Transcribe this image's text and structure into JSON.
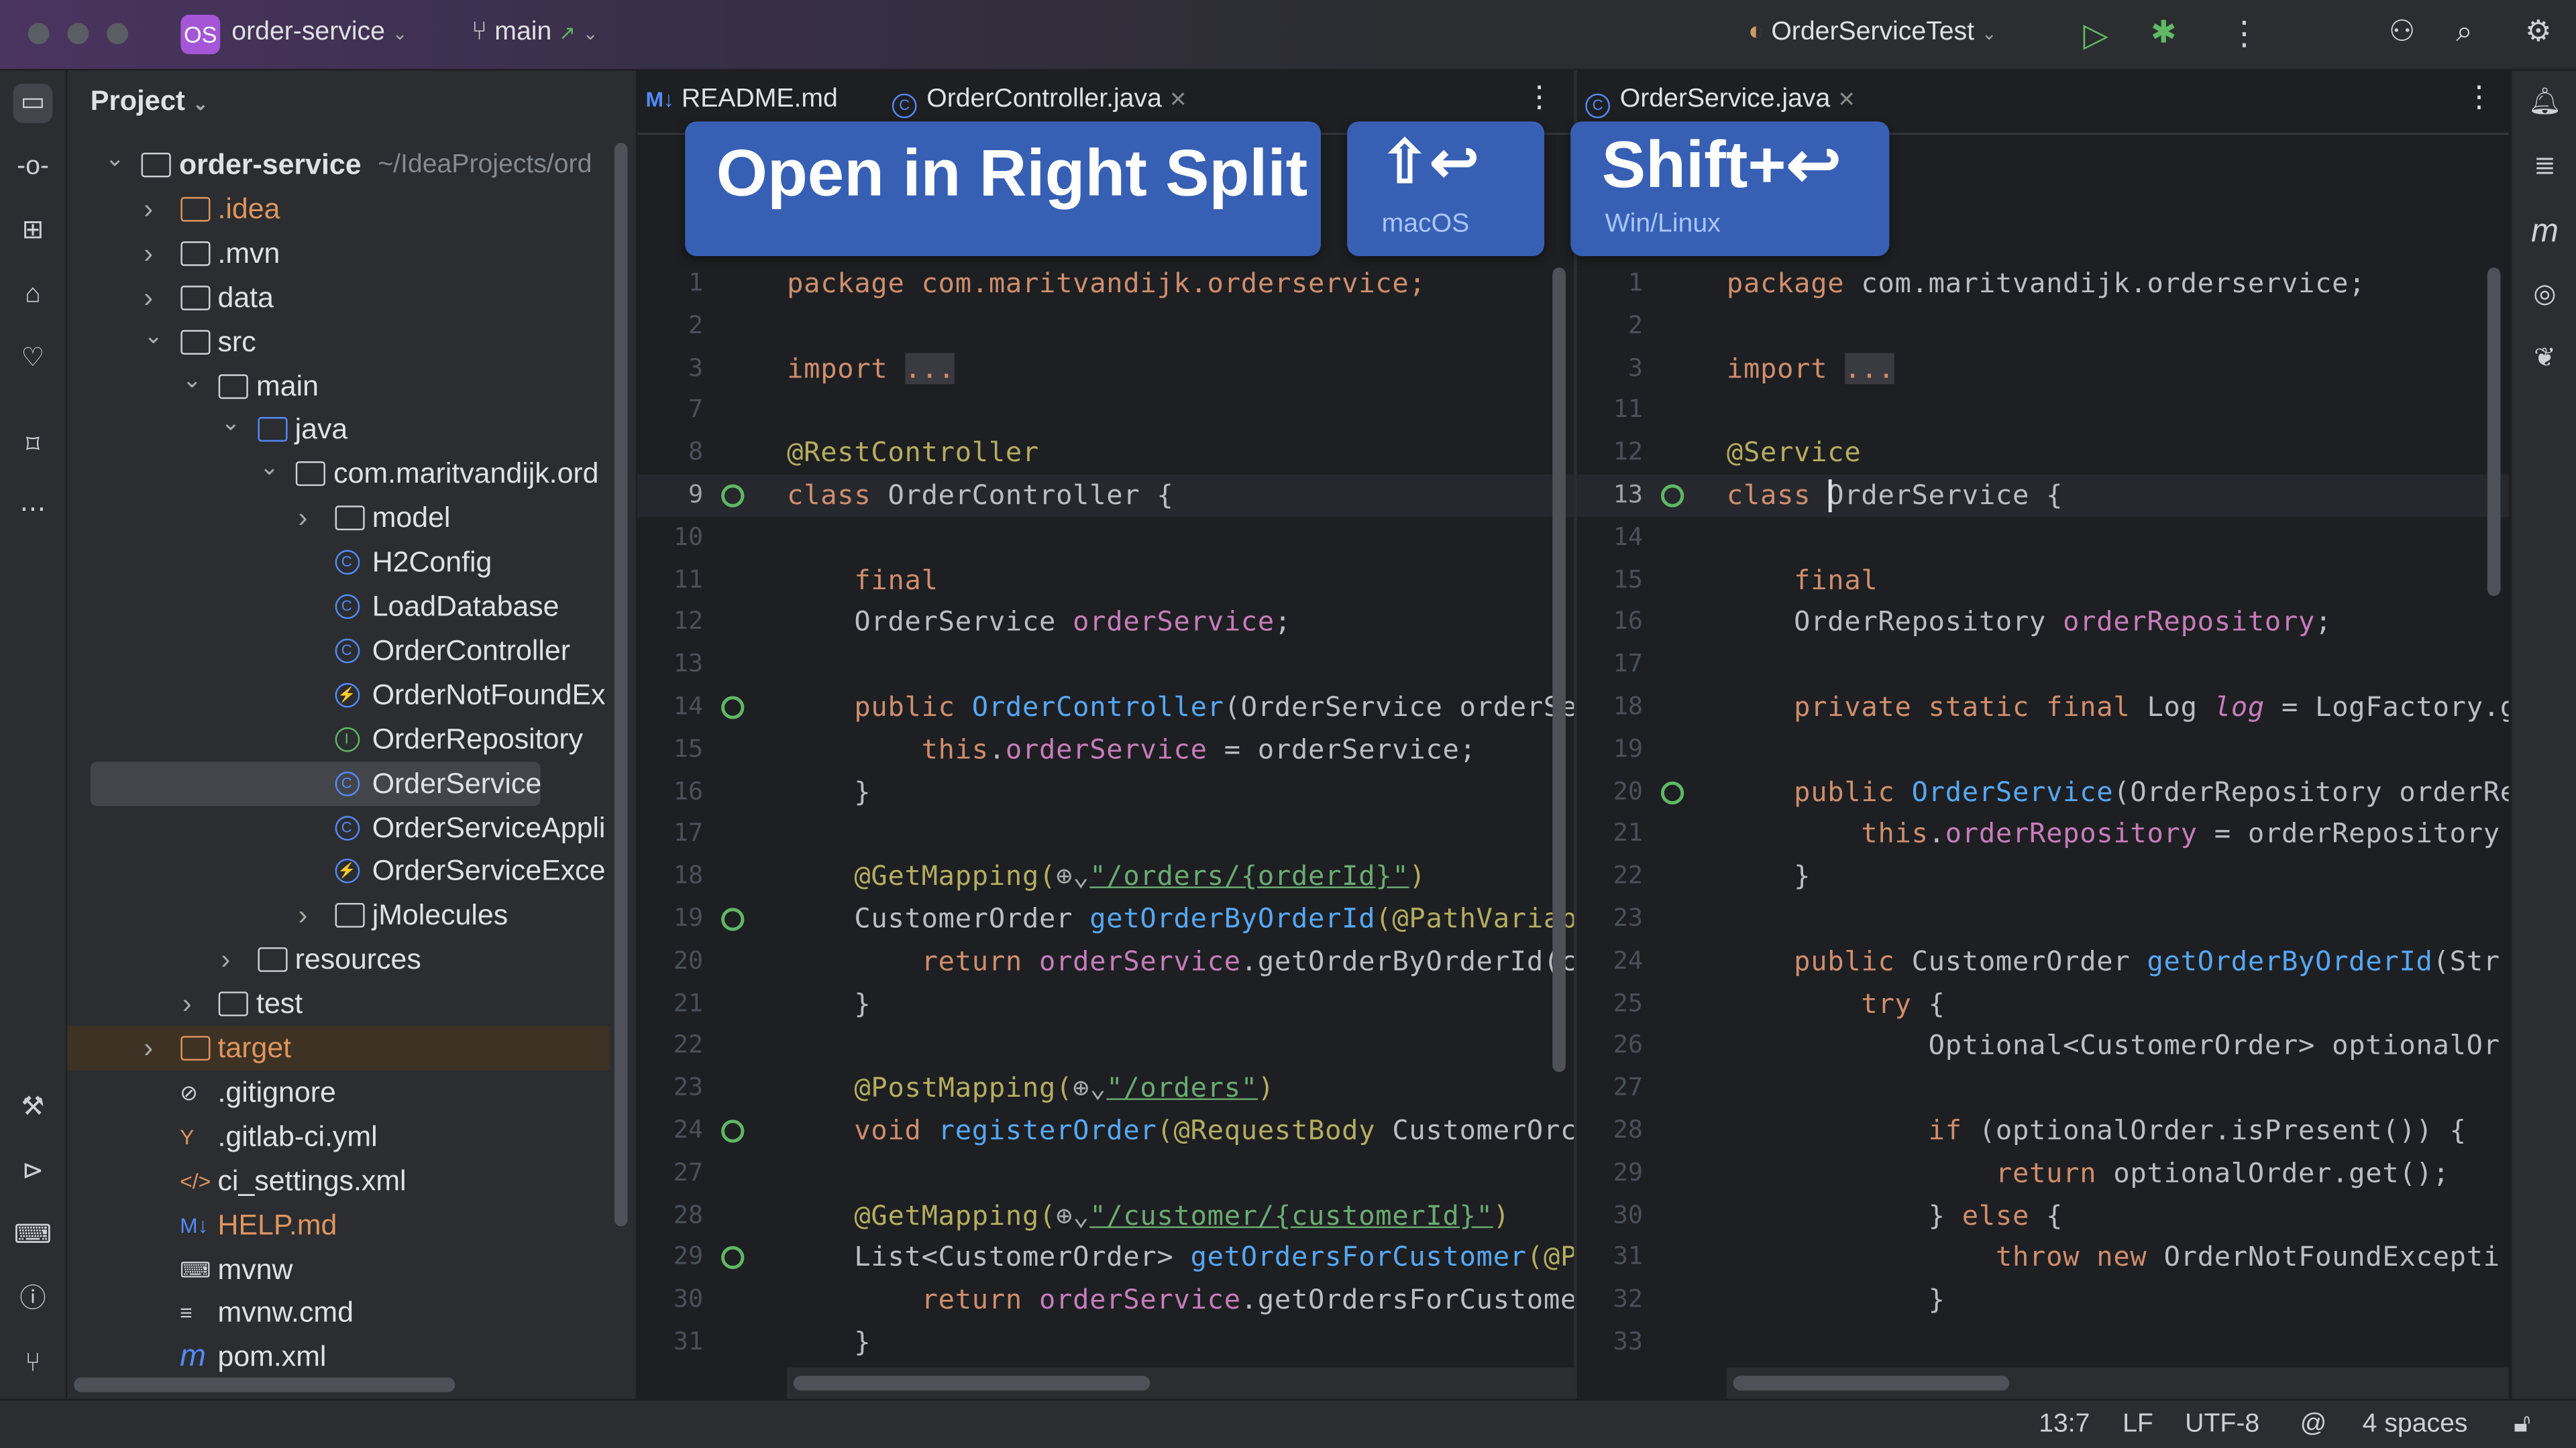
{
  "titlebar": {
    "project_badge": "OS",
    "project_name": "order-service",
    "branch": "main",
    "run_config": "OrderServiceTest",
    "icons": [
      "run-icon",
      "debug-icon",
      "more-icon",
      "add-user-icon",
      "search-icon",
      "settings-icon"
    ]
  },
  "project_panel": {
    "title": "Project",
    "tree": [
      {
        "label": "order-service",
        "suffix": "~/IdeaProjects/ord",
        "level": 0,
        "expanded": true,
        "type": "module",
        "bold": true
      },
      {
        "label": ".idea",
        "level": 1,
        "expanded": false,
        "type": "folder",
        "color": "#e0955f"
      },
      {
        "label": ".mvn",
        "level": 1,
        "expanded": false,
        "type": "folder"
      },
      {
        "label": "data",
        "level": 1,
        "expanded": false,
        "type": "folder"
      },
      {
        "label": "src",
        "level": 1,
        "expanded": true,
        "type": "folder"
      },
      {
        "label": "main",
        "level": 2,
        "expanded": true,
        "type": "folder"
      },
      {
        "label": "java",
        "level": 3,
        "expanded": true,
        "type": "source-folder"
      },
      {
        "label": "com.maritvandijk.ord",
        "level": 4,
        "expanded": true,
        "type": "package"
      },
      {
        "label": "model",
        "level": 5,
        "expanded": false,
        "type": "package"
      },
      {
        "label": "H2Config",
        "level": 5,
        "type": "class"
      },
      {
        "label": "LoadDatabase",
        "level": 5,
        "type": "class"
      },
      {
        "label": "OrderController",
        "level": 5,
        "type": "class"
      },
      {
        "label": "OrderNotFoundEx",
        "level": 5,
        "type": "exception"
      },
      {
        "label": "OrderRepository",
        "level": 5,
        "type": "interface"
      },
      {
        "label": "OrderService",
        "level": 5,
        "type": "class",
        "selected": true
      },
      {
        "label": "OrderServiceAppli",
        "level": 5,
        "type": "class"
      },
      {
        "label": "OrderServiceExce",
        "level": 5,
        "type": "exception"
      },
      {
        "label": "jMolecules",
        "level": 5,
        "expanded": false,
        "type": "folder"
      },
      {
        "label": "resources",
        "level": 3,
        "expanded": false,
        "type": "folder"
      },
      {
        "label": "test",
        "level": 2,
        "expanded": false,
        "type": "folder"
      },
      {
        "label": "target",
        "level": 1,
        "expanded": false,
        "type": "folder",
        "color": "#e0955f",
        "highlighted": true
      },
      {
        "label": ".gitignore",
        "level": 1,
        "type": "file"
      },
      {
        "label": ".gitlab-ci.yml",
        "level": 1,
        "type": "yaml"
      },
      {
        "label": "ci_settings.xml",
        "level": 1,
        "type": "xml"
      },
      {
        "label": "HELP.md",
        "level": 1,
        "type": "markdown",
        "color": "#e0955f"
      },
      {
        "label": "mvnw",
        "level": 1,
        "type": "shell"
      },
      {
        "label": "mvnw.cmd",
        "level": 1,
        "type": "text"
      },
      {
        "label": "pom.xml",
        "level": 1,
        "type": "maven"
      }
    ]
  },
  "left_editor": {
    "tabs": [
      {
        "label": "README.md",
        "icon": "M↓"
      },
      {
        "label": "OrderController.java",
        "icon": "C",
        "active": true
      }
    ],
    "current_line": "9",
    "lines": [
      {
        "n": "1",
        "t": [
          [
            "package com.maritvandijk.orderservice;",
            "kw"
          ]
        ]
      },
      {
        "n": "2",
        "t": []
      },
      {
        "n": "3",
        "t": [
          [
            "import ",
            "kw"
          ],
          [
            "...",
            "dim"
          ]
        ]
      },
      {
        "n": "7",
        "t": []
      },
      {
        "n": "8",
        "t": [
          [
            "@RestController",
            "an"
          ]
        ]
      },
      {
        "n": "9",
        "t": [
          [
            "class ",
            "kw"
          ],
          [
            "OrderController {",
            "tx"
          ]
        ],
        "bean": true
      },
      {
        "n": "10",
        "t": []
      },
      {
        "n": "11",
        "t": [
          [
            "    final",
            "kw"
          ]
        ]
      },
      {
        "n": "12",
        "t": [
          [
            "    OrderService ",
            "tx"
          ],
          [
            "orderService",
            "fd"
          ],
          [
            ";",
            "tx"
          ]
        ]
      },
      {
        "n": "13",
        "t": []
      },
      {
        "n": "14",
        "t": [
          [
            "    public ",
            "kw"
          ],
          [
            "OrderController",
            "fn"
          ],
          [
            "(OrderService orderSe",
            "tx"
          ]
        ],
        "bean": true
      },
      {
        "n": "15",
        "t": [
          [
            "        this",
            "kw"
          ],
          [
            ".",
            "tx"
          ],
          [
            "orderService",
            "fd"
          ],
          [
            " = orderService;",
            "tx"
          ]
        ]
      },
      {
        "n": "16",
        "t": [
          [
            "    }",
            "tx"
          ]
        ]
      },
      {
        "n": "17",
        "t": []
      },
      {
        "n": "18",
        "t": [
          [
            "    @GetMapping(",
            "an"
          ],
          [
            "⊕⌄",
            "gl"
          ],
          [
            "\"/orders/{orderId}\"",
            "st"
          ],
          [
            ")",
            "an"
          ]
        ]
      },
      {
        "n": "19",
        "t": [
          [
            "    CustomerOrder ",
            "tx"
          ],
          [
            "getOrderByOrderId",
            "fn"
          ],
          [
            "(@PathVariab",
            "an"
          ]
        ],
        "bean": true
      },
      {
        "n": "20",
        "t": [
          [
            "        return ",
            "kw"
          ],
          [
            "orderService",
            "fd"
          ],
          [
            ".getOrderByOrderId(c",
            "tx"
          ]
        ]
      },
      {
        "n": "21",
        "t": [
          [
            "    }",
            "tx"
          ]
        ]
      },
      {
        "n": "22",
        "t": []
      },
      {
        "n": "23",
        "t": [
          [
            "    @PostMapping(",
            "an"
          ],
          [
            "⊕⌄",
            "gl"
          ],
          [
            "\"/orders\"",
            "st"
          ],
          [
            ")",
            "an"
          ]
        ]
      },
      {
        "n": "24",
        "t": [
          [
            "    void ",
            "kw"
          ],
          [
            "registerOrder",
            "fn"
          ],
          [
            "(@RequestBody ",
            "an"
          ],
          [
            "CustomerOrc",
            "tx"
          ]
        ],
        "bean": true
      },
      {
        "n": "27",
        "t": []
      },
      {
        "n": "28",
        "t": [
          [
            "    @GetMapping(",
            "an"
          ],
          [
            "⊕⌄",
            "gl"
          ],
          [
            "\"/customer/{customerId}\"",
            "st"
          ],
          [
            ")",
            "an"
          ]
        ]
      },
      {
        "n": "29",
        "t": [
          [
            "    List<CustomerOrder> ",
            "tx"
          ],
          [
            "getOrdersForCustomer",
            "fn"
          ],
          [
            "(@P",
            "an"
          ]
        ],
        "bean": true
      },
      {
        "n": "30",
        "t": [
          [
            "        return ",
            "kw"
          ],
          [
            "orderService",
            "fd"
          ],
          [
            ".getOrdersForCustome",
            "tx"
          ]
        ]
      },
      {
        "n": "31",
        "t": [
          [
            "    }",
            "tx"
          ]
        ]
      }
    ]
  },
  "right_editor": {
    "tabs": [
      {
        "label": "OrderService.java",
        "icon": "C",
        "active": true
      }
    ],
    "current_line": "13",
    "lines": [
      {
        "n": "1",
        "t": [
          [
            "package ",
            "kw"
          ],
          [
            "com.maritvandijk.orderservice;",
            "tx"
          ]
        ]
      },
      {
        "n": "2",
        "t": []
      },
      {
        "n": "3",
        "t": [
          [
            "import ",
            "kw"
          ],
          [
            "...",
            "dim"
          ]
        ]
      },
      {
        "n": "11",
        "t": []
      },
      {
        "n": "12",
        "t": [
          [
            "@Service",
            "an"
          ]
        ]
      },
      {
        "n": "13",
        "t": [
          [
            "class ",
            "kw"
          ],
          [
            "OrderService {",
            "tx"
          ]
        ],
        "bean": true
      },
      {
        "n": "14",
        "t": []
      },
      {
        "n": "15",
        "t": [
          [
            "    final",
            "kw"
          ]
        ]
      },
      {
        "n": "16",
        "t": [
          [
            "    OrderRepository ",
            "tx"
          ],
          [
            "orderRepository",
            "fd"
          ],
          [
            ";",
            "tx"
          ]
        ]
      },
      {
        "n": "17",
        "t": []
      },
      {
        "n": "18",
        "t": [
          [
            "    private static final ",
            "kw"
          ],
          [
            "Log ",
            "tx"
          ],
          [
            "log",
            "it"
          ],
          [
            " = LogFactory.g",
            "tx"
          ]
        ]
      },
      {
        "n": "19",
        "t": []
      },
      {
        "n": "20",
        "t": [
          [
            "    public ",
            "kw"
          ],
          [
            "OrderService",
            "fn"
          ],
          [
            "(OrderRepository orderRe",
            "tx"
          ]
        ],
        "bean": true
      },
      {
        "n": "21",
        "t": [
          [
            "        this",
            "kw"
          ],
          [
            ".",
            "tx"
          ],
          [
            "orderRepository",
            "fd"
          ],
          [
            " = orderRepository",
            "tx"
          ]
        ]
      },
      {
        "n": "22",
        "t": [
          [
            "    }",
            "tx"
          ]
        ]
      },
      {
        "n": "23",
        "t": []
      },
      {
        "n": "24",
        "t": [
          [
            "    public ",
            "kw"
          ],
          [
            "CustomerOrder ",
            "tx"
          ],
          [
            "getOrderByOrderId",
            "fn"
          ],
          [
            "(Str",
            "tx"
          ]
        ]
      },
      {
        "n": "25",
        "t": [
          [
            "        try ",
            "kw"
          ],
          [
            "{",
            "tx"
          ]
        ]
      },
      {
        "n": "26",
        "t": [
          [
            "            Optional<CustomerOrder> optionalOr",
            "tx"
          ]
        ]
      },
      {
        "n": "27",
        "t": []
      },
      {
        "n": "28",
        "t": [
          [
            "            if ",
            "kw"
          ],
          [
            "(optionalOrder.isPresent()) {",
            "tx"
          ]
        ]
      },
      {
        "n": "29",
        "t": [
          [
            "                return ",
            "kw"
          ],
          [
            "optionalOrder.get();",
            "tx"
          ]
        ]
      },
      {
        "n": "30",
        "t": [
          [
            "            } ",
            "tx"
          ],
          [
            "else ",
            "kw"
          ],
          [
            "{",
            "tx"
          ]
        ]
      },
      {
        "n": "31",
        "t": [
          [
            "                throw new ",
            "kw"
          ],
          [
            "OrderNotFoundExcepti",
            "tx"
          ]
        ]
      },
      {
        "n": "32",
        "t": [
          [
            "            }",
            "tx"
          ]
        ]
      },
      {
        "n": "33",
        "t": []
      }
    ]
  },
  "overlays": {
    "action": "Open in Right Split",
    "mac_shortcut": "⇧↩",
    "mac_label": "macOS",
    "win_shortcut": "Shift+↩",
    "win_label": "Win/Linux"
  },
  "statusbar": {
    "position": "13:7",
    "line_ending": "LF",
    "encoding": "UTF-8",
    "indent": "4 spaces"
  },
  "colors": {
    "accent": "#3760b5",
    "keyword": "#cf8e6d",
    "annotation": "#b3ae60",
    "method": "#56a8f5",
    "field": "#c77dbb",
    "string": "#6aab73"
  }
}
